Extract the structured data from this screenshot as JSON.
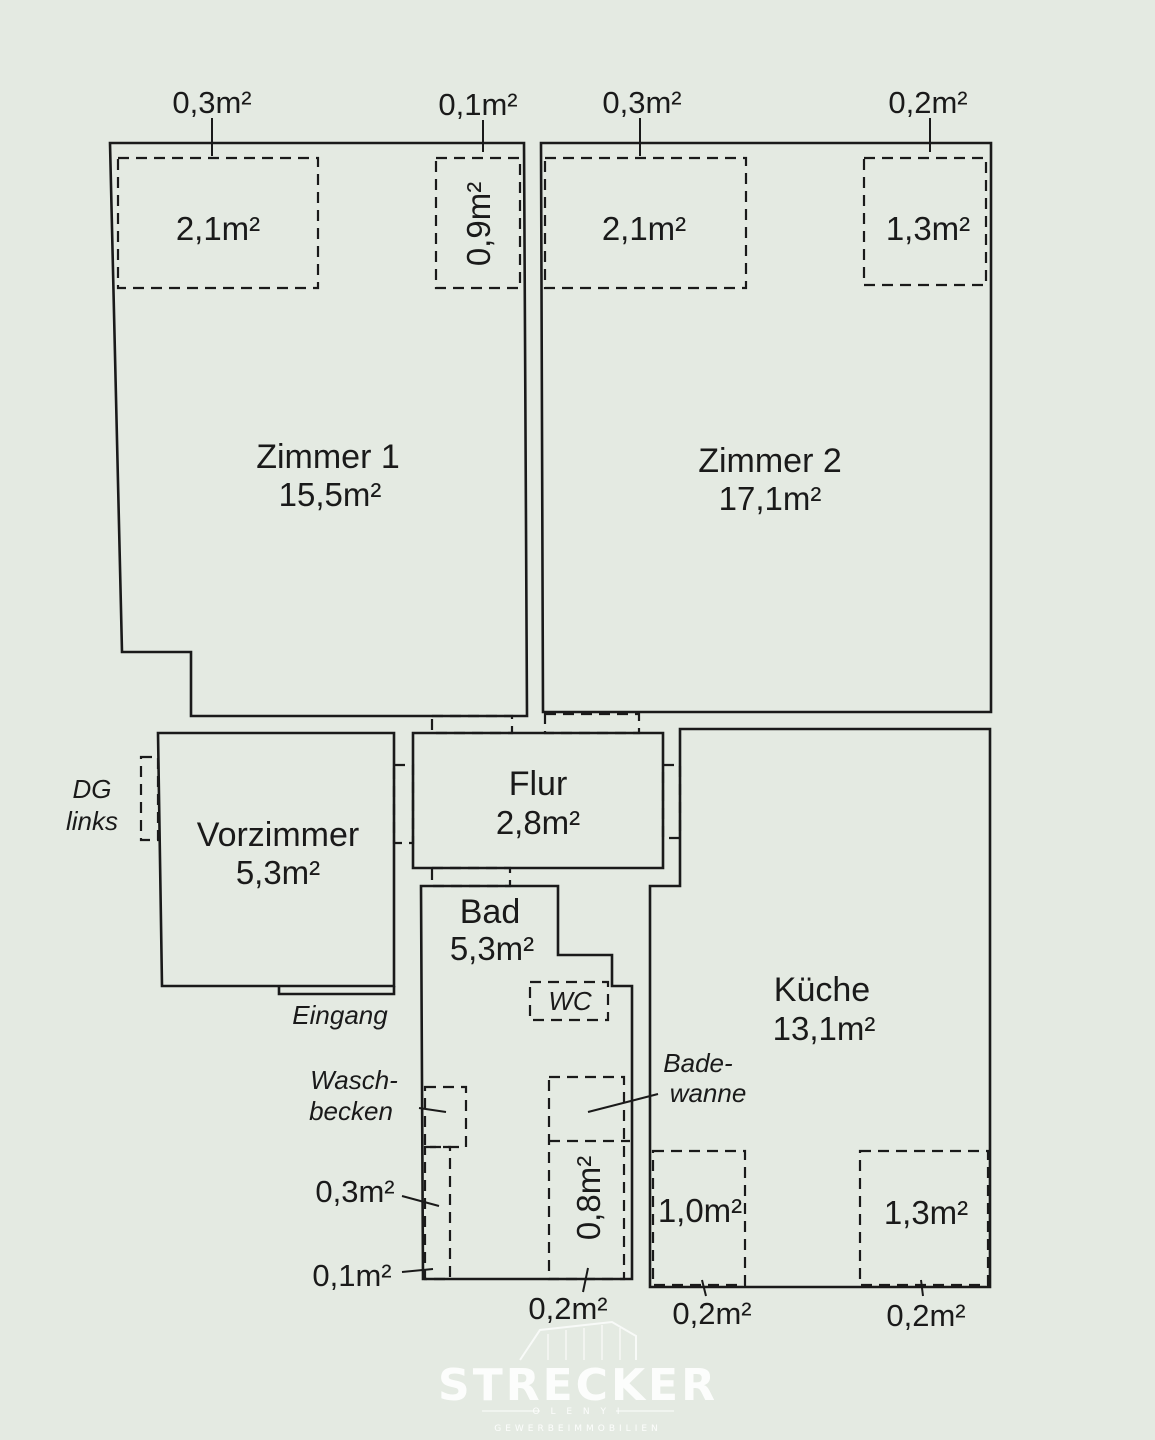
{
  "rooms": {
    "zimmer1": {
      "name": "Zimmer 1",
      "area": "15,5m²"
    },
    "zimmer2": {
      "name": "Zimmer 2",
      "area": "17,1m²"
    },
    "flur": {
      "name": "Flur",
      "area": "2,8m²"
    },
    "vorzimmer": {
      "name": "Vorzimmer",
      "area": "5,3m²"
    },
    "bad": {
      "name": "Bad",
      "area": "5,3m²"
    },
    "kueche": {
      "name": "Küche",
      "area": "13,1m²"
    }
  },
  "annotations": {
    "z1_top_left": "0,3m²",
    "z1_top_right": "0,1m²",
    "z2_top_left": "0,3m²",
    "z2_top_right": "0,2m²",
    "z1_sub_left": "2,1m²",
    "z1_sub_right": "0,9m²",
    "z2_sub_left": "2,1m²",
    "z2_sub_right": "1,3m²",
    "bad_left_upper": "0,3m²",
    "bad_left_lower": "0,1m²",
    "bad_tub_area": "0,8m²",
    "bad_bottom": "0,2m²",
    "kueche_sub_left": "1,0m²",
    "kueche_sub_right": "1,3m²",
    "kueche_bottom_left": "0,2m²",
    "kueche_bottom_right": "0,2m²"
  },
  "labels": {
    "dg_line1": "DG",
    "dg_line2": "links",
    "eingang": "Eingang",
    "wc": "WC",
    "wasch_line1": "Wasch-",
    "wasch_line2": "becken",
    "bade_line1": "Bade-",
    "bade_line2": "wanne"
  },
  "logo": {
    "name": "STRECKER",
    "sub1": "O L E N Y I",
    "sub2": "GEWERBEIMMOBILIEN"
  }
}
